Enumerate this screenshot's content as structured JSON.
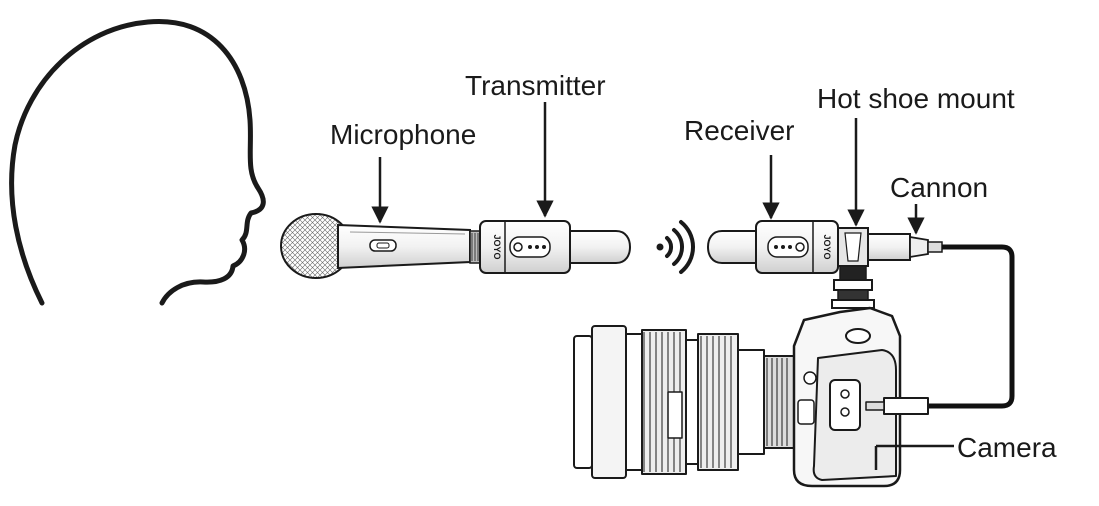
{
  "labels": {
    "microphone": "Microphone",
    "transmitter": "Transmitter",
    "receiver": "Receiver",
    "hot_shoe_mount": "Hot shoe mount",
    "cannon": "Cannon",
    "camera": "Camera"
  },
  "brand": "JOYO",
  "icons": {
    "head": "head-silhouette-icon",
    "wireless": "wireless-signal-icon"
  },
  "colors": {
    "line": "#1a1a1a",
    "background": "#ffffff",
    "cable": "#111111"
  }
}
